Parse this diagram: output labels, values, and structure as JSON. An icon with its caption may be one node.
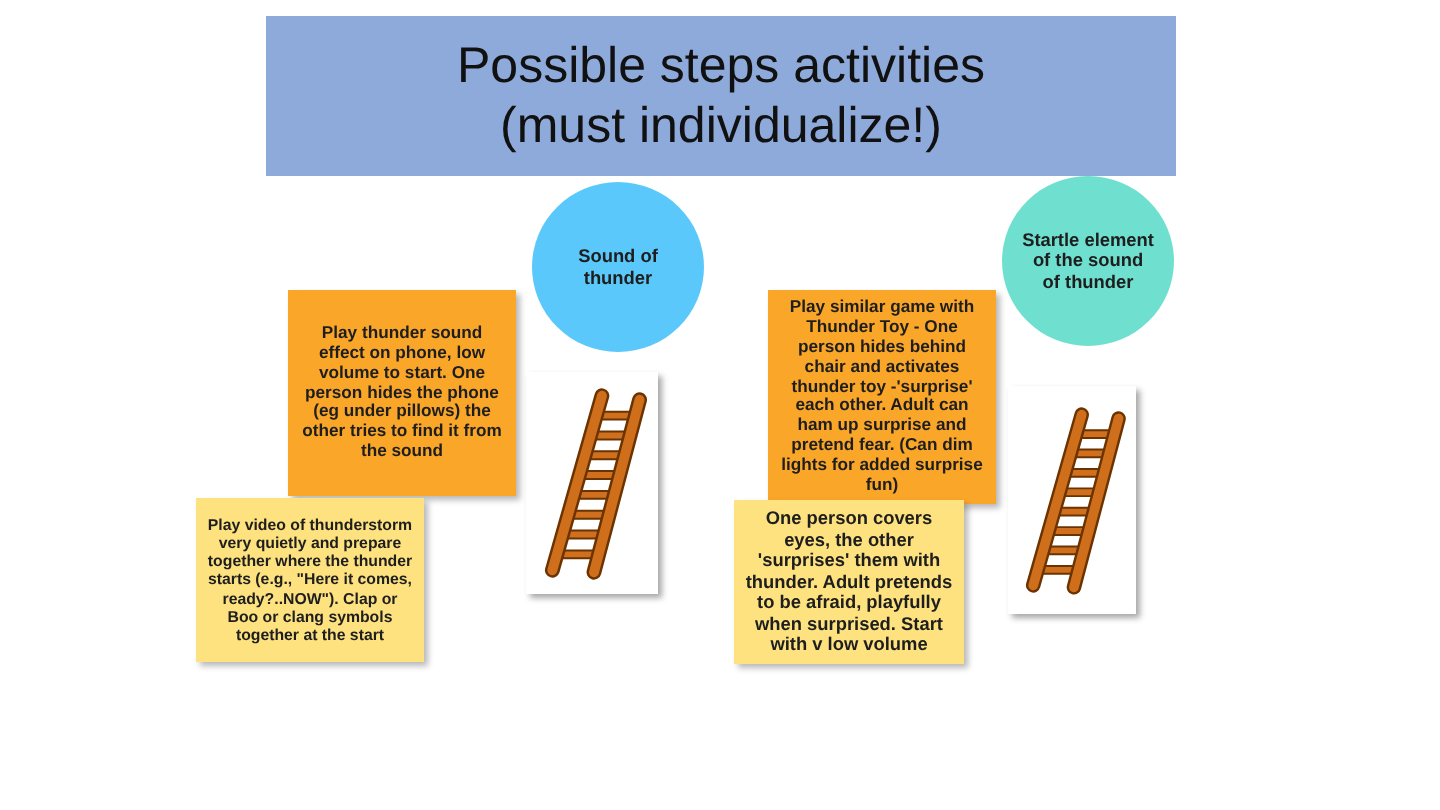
{
  "diagram": {
    "title": "Possible steps activities (must individualize!)",
    "nodes": [
      {
        "text": [
          "Sound of thunder"
        ]
      },
      {
        "text": [
          "Startle element of the sound of thunder"
        ]
      },
      {
        "text": [
          "Play thunder sound effect on phone, low volume to start. One person hides the phone (eg under pillows) the other tries to find it from the sound"
        ]
      },
      {
        "text": [
          "Play video of thunderstorm very quietly and prepare together where the thunder starts (e.g., \"Here it comes, ready?..NOW\"). Clap or Boo or clang symbols together at the start"
        ]
      },
      {
        "text": [
          "Play similar game with Thunder Toy - One person hides behind chair and activates thunder toy -'surprise' each other. Adult can ham up surprise and pretend fear. (Can dim lights for added surprise fun)"
        ]
      },
      {
        "text": [
          "One person covers eyes, the other 'surprises' them with thunder. Adult pretends to be afraid, playfully when surprised. Start with v low volume"
        ]
      }
    ]
  }
}
